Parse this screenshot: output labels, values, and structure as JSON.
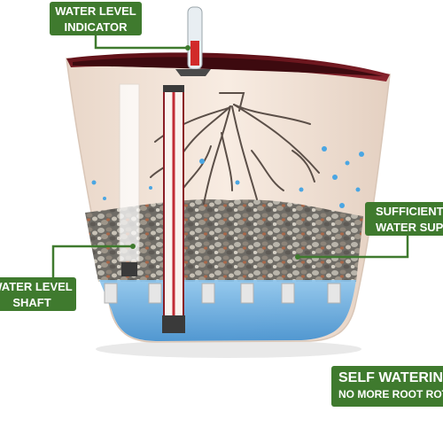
{
  "labels": {
    "water_level_indicator": {
      "line1": "WATER LEVEL",
      "line2": "INDICATOR"
    },
    "sufficient_water_supply": {
      "line1": "SUFFICIENT",
      "line2": "WATER SUPPLY"
    },
    "water_level_shaft": {
      "line1": "WATER LEVEL",
      "line2": "SHAFT"
    },
    "self_watering": {
      "line1": "SELF WATERING",
      "line2": "NO MORE ROOT ROT"
    }
  },
  "colors": {
    "label_bg": "#3f7a2e",
    "label_text": "#ffffff",
    "connector": "#3f7a2e",
    "pot_body": "#f3e3d6",
    "pot_rim": "#7a1c22",
    "water": "#5aa9e0",
    "roots": "#5b4f48",
    "gravel": "#8a8a84"
  },
  "icons": [
    "water-level-indicator-icon",
    "plant-pot-icon",
    "root-system-icon",
    "water-droplet-icon"
  ]
}
